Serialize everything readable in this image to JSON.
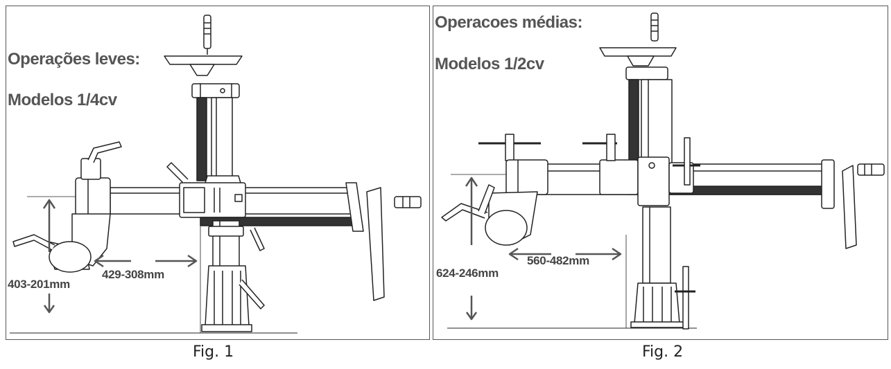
{
  "figure1": {
    "title": "Operações leves:",
    "subtitle": "Modelos 1/4cv",
    "vertical_range": "403-201mm",
    "horizontal_range": "429-308mm",
    "caption": "Fig. 1"
  },
  "figure2": {
    "title": "Operacoes médias:",
    "subtitle": "Modelos 1/2cv",
    "vertical_range": "624-246mm",
    "horizontal_range": "560-482mm",
    "caption": "Fig. 2"
  }
}
